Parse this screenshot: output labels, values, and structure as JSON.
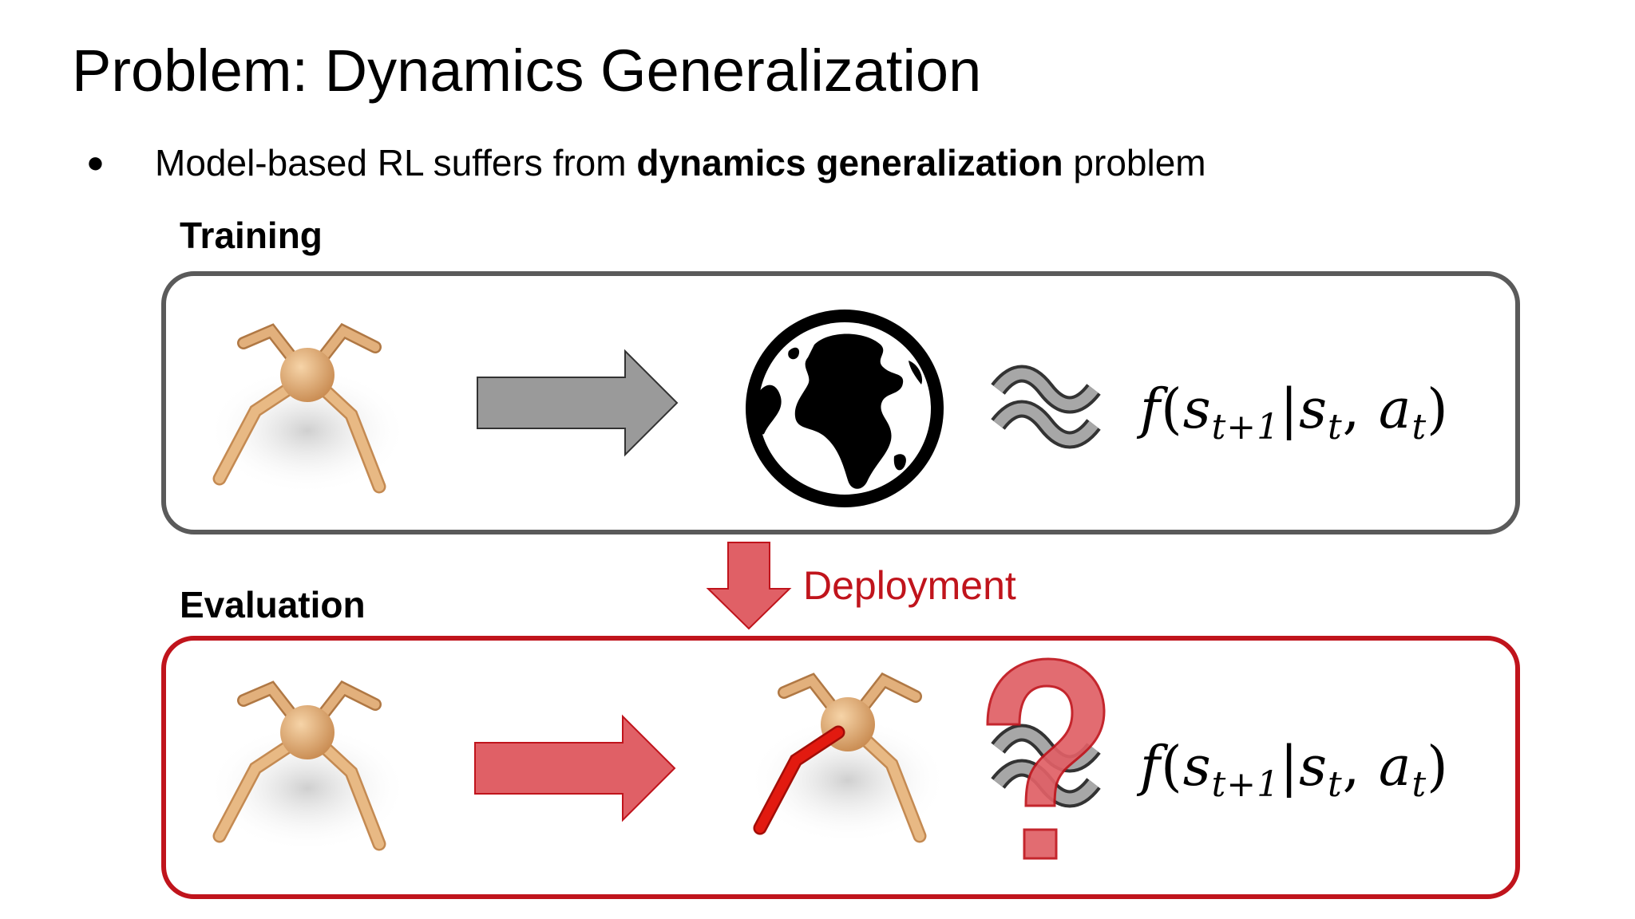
{
  "slide": {
    "title": "Problem: Dynamics Generalization",
    "bullet": {
      "marker": "●",
      "before": "Model-based RL suffers from ",
      "bold": "dynamics generalization",
      "after": " problem"
    }
  },
  "training": {
    "label": "Training",
    "formula": {
      "f": "f",
      "s1": "s",
      "sub1": "t+1",
      "s2": "s",
      "sub2": "t",
      "a": "a",
      "sub3": "t"
    }
  },
  "deployment": {
    "label": "Deployment"
  },
  "evaluation": {
    "label": "Evaluation",
    "formula": {
      "f": "f",
      "s1": "s",
      "sub1": "t+1",
      "s2": "s",
      "sub2": "t",
      "a": "a",
      "sub3": "t"
    }
  },
  "colors": {
    "training_border": "#5a5a5a",
    "evaluation_border": "#c0141c",
    "gray_arrow": "#9a9a9a",
    "red_arrow": "#e06066",
    "question_mark": "#e06066",
    "robot_body": "#e2b07c",
    "broken_leg": "#e21a10"
  },
  "icons": [
    "ant-robot-icon",
    "arrow-right-icon",
    "globe-icon",
    "approx-icon",
    "arrow-down-icon",
    "question-mark-icon"
  ]
}
